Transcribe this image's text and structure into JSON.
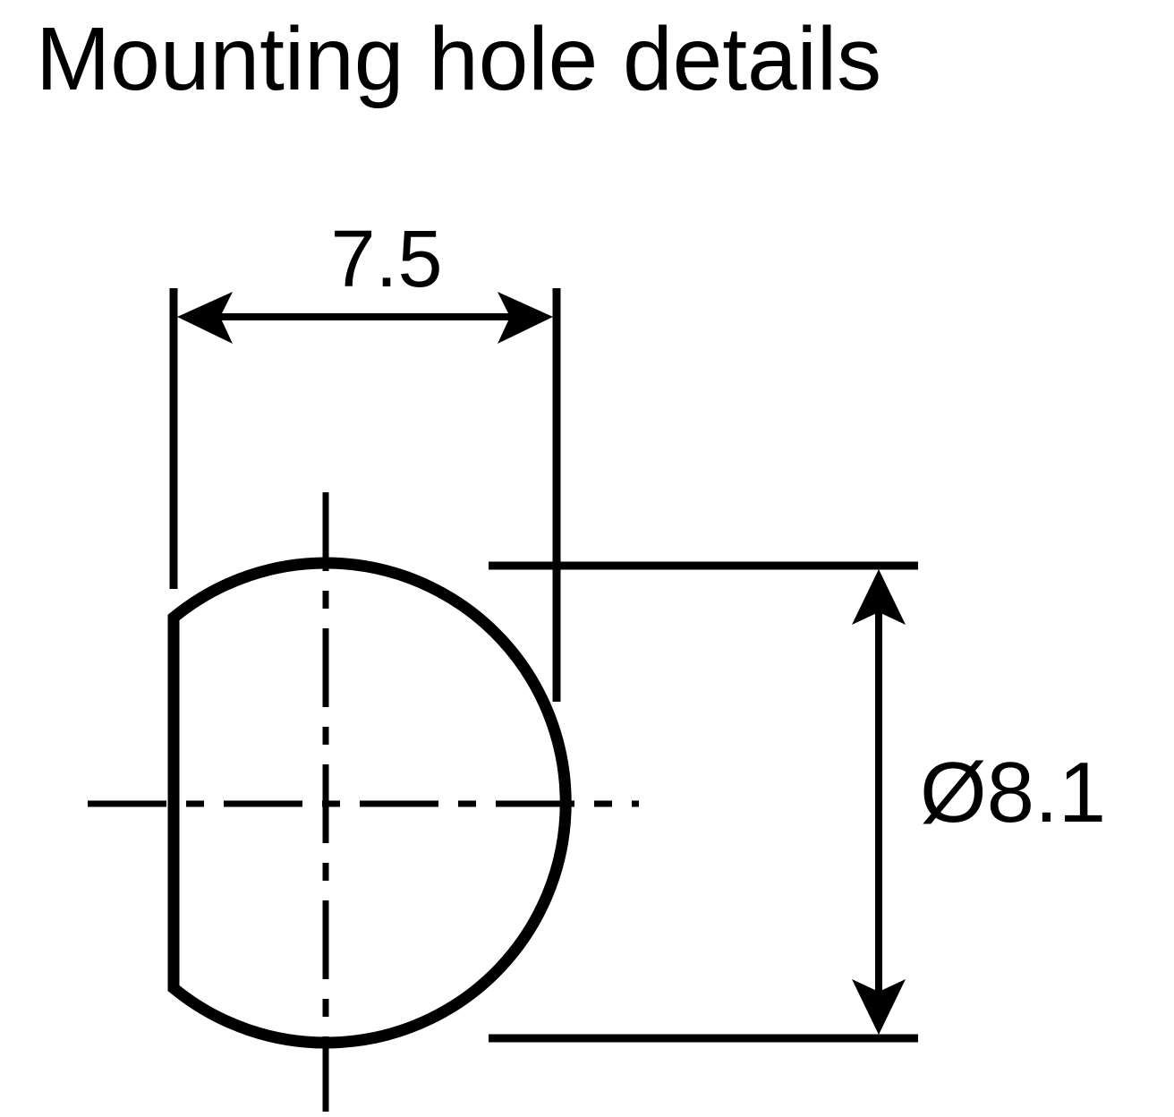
{
  "title": "Mounting hole details",
  "dimensions": {
    "flat_width": "7.5",
    "diameter": "Ø8.1"
  },
  "colors": {
    "line": "#000000",
    "background": "#ffffff"
  }
}
